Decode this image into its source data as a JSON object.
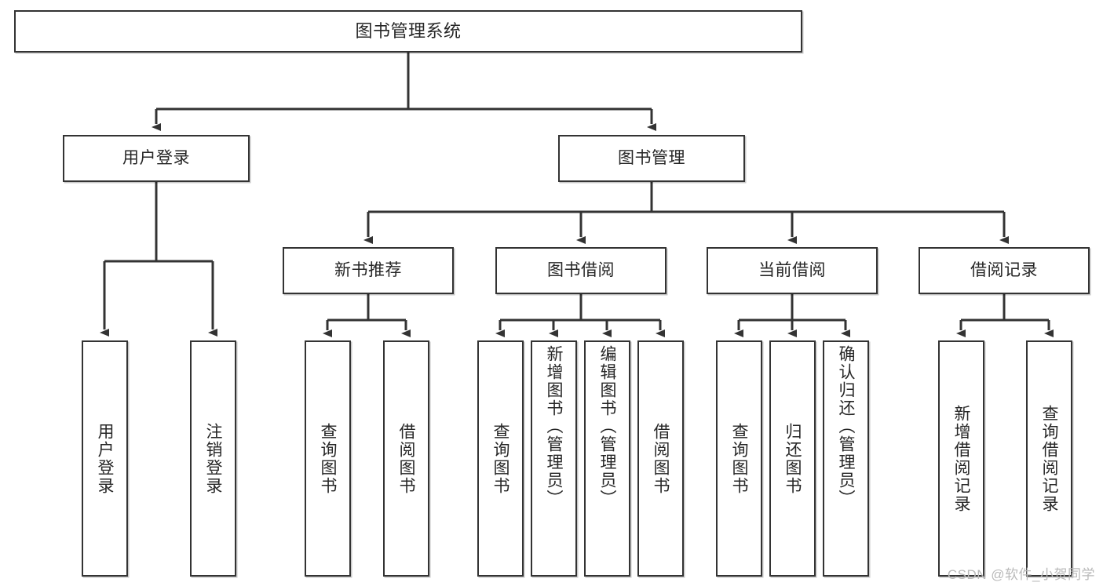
{
  "diagram": {
    "title": "图书管理系统",
    "type": "tree-hierarchy",
    "watermark": "CSDN @软件_小贺同学",
    "colors": {
      "box_border": "#333333",
      "box_fill": "#ffffff",
      "text": "#262626",
      "edge": "#333333",
      "watermark": "#b9b9b9"
    },
    "root": {
      "label": "图书管理系统"
    },
    "level1": [
      {
        "label": "用户登录"
      },
      {
        "label": "图书管理"
      }
    ],
    "level2": [
      {
        "label": "新书推荐"
      },
      {
        "label": "图书借阅"
      },
      {
        "label": "当前借阅"
      },
      {
        "label": "借阅记录"
      }
    ],
    "leaves": {
      "user_login": [
        {
          "label": "用户登录"
        },
        {
          "label": "注销登录"
        }
      ],
      "new_book_recommend": [
        {
          "label": "查询图书"
        },
        {
          "label": "借阅图书"
        }
      ],
      "book_borrow": [
        {
          "label": "查询图书"
        },
        {
          "label": "新增图书（管理员）"
        },
        {
          "label": "编辑图书（管理员）"
        },
        {
          "label": "借阅图书"
        }
      ],
      "current_borrow": [
        {
          "label": "查询图书"
        },
        {
          "label": "归还图书"
        },
        {
          "label": "确认归还（管理员）"
        }
      ],
      "borrow_record": [
        {
          "label": "新增借阅记录"
        },
        {
          "label": "查询借阅记录"
        }
      ]
    }
  }
}
